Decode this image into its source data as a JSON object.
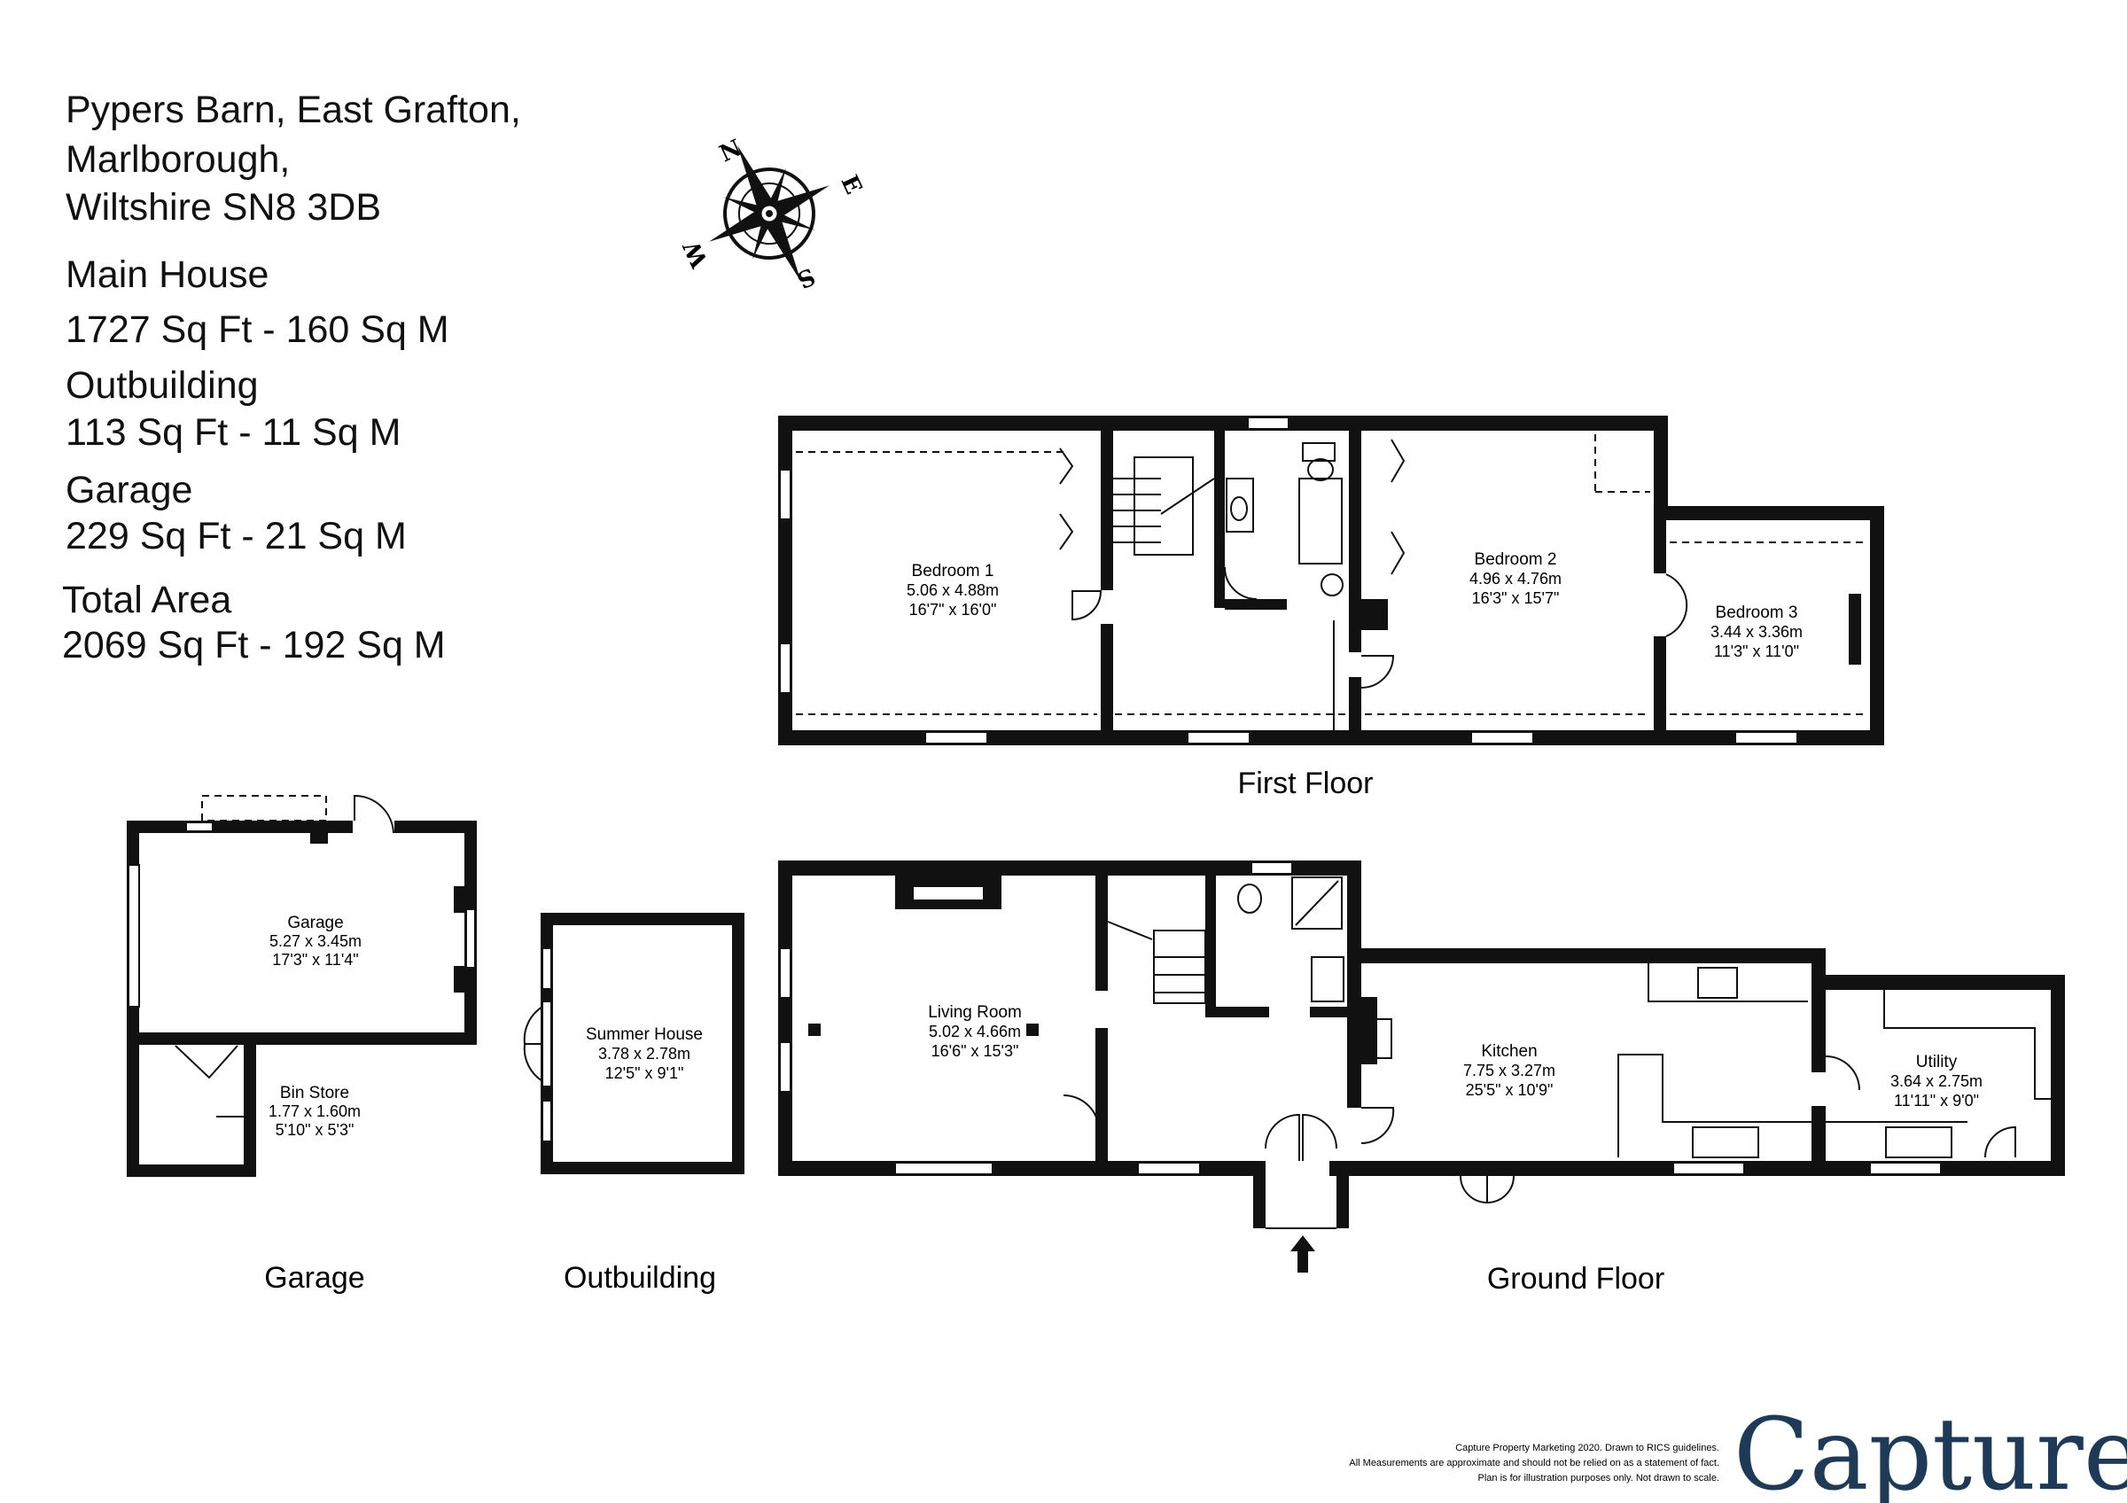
{
  "header": {
    "address_line1": "Pypers Barn, East Grafton,",
    "address_line2": "Marlborough,",
    "address_line3": "Wiltshire SN8 3DB",
    "main_house_label": "Main House",
    "main_house_area": "1727 Sq Ft  -  160 Sq M",
    "outbuilding_label": "Outbuilding",
    "outbuilding_area": "113 Sq Ft  -  11 Sq M",
    "garage_label": "Garage",
    "garage_area": "229 Sq Ft  -  21 Sq M",
    "total_label": "Total Area",
    "total_area": "2069 Sq Ft  -  192 Sq M"
  },
  "compass": {
    "n": "N",
    "e": "E",
    "s": "S",
    "w": "W"
  },
  "floors": {
    "first": {
      "label": "First Floor",
      "bedroom1": {
        "name": "Bedroom 1",
        "metric": "5.06 x 4.88m",
        "imperial": "16'7\" x 16'0\""
      },
      "bedroom2": {
        "name": "Bedroom 2",
        "metric": "4.96 x 4.76m",
        "imperial": "16'3\" x 15'7\""
      },
      "bedroom3": {
        "name": "Bedroom 3",
        "metric": "3.44 x 3.36m",
        "imperial": "11'3\" x 11'0\""
      }
    },
    "ground": {
      "label": "Ground Floor",
      "living": {
        "name": "Living Room",
        "metric": "5.02 x 4.66m",
        "imperial": "16'6\" x 15'3\""
      },
      "kitchen": {
        "name": "Kitchen",
        "metric": "7.75 x 3.27m",
        "imperial": "25'5\" x 10'9\""
      },
      "utility": {
        "name": "Utility",
        "metric": "3.64 x 2.75m",
        "imperial": "11'11\" x 9'0\""
      }
    },
    "garage": {
      "label": "Garage",
      "garage": {
        "name": "Garage",
        "metric": "5.27 x 3.45m",
        "imperial": "17'3\" x 11'4\""
      },
      "bin_store": {
        "name": "Bin Store",
        "metric": "1.77 x 1.60m",
        "imperial": "5'10\" x 5'3\""
      }
    },
    "outbuilding": {
      "label": "Outbuilding",
      "summer_house": {
        "name": "Summer House",
        "metric": "3.78 x 2.78m",
        "imperial": "12'5\" x 9'1\""
      }
    }
  },
  "footer": {
    "disclaimer_line1": "Capture Property Marketing 2020. Drawn to RICS guidelines.",
    "disclaimer_line2": "All Measurements are approximate and should not be relied on as a statement of fact.",
    "disclaimer_line3": "Plan is for illustration purposes only. Not drawn to scale.",
    "brand": "Capture",
    "brand_dot": ".",
    "brand_dot_color": "#c2185b",
    "brand_color": "#1f3a56"
  }
}
